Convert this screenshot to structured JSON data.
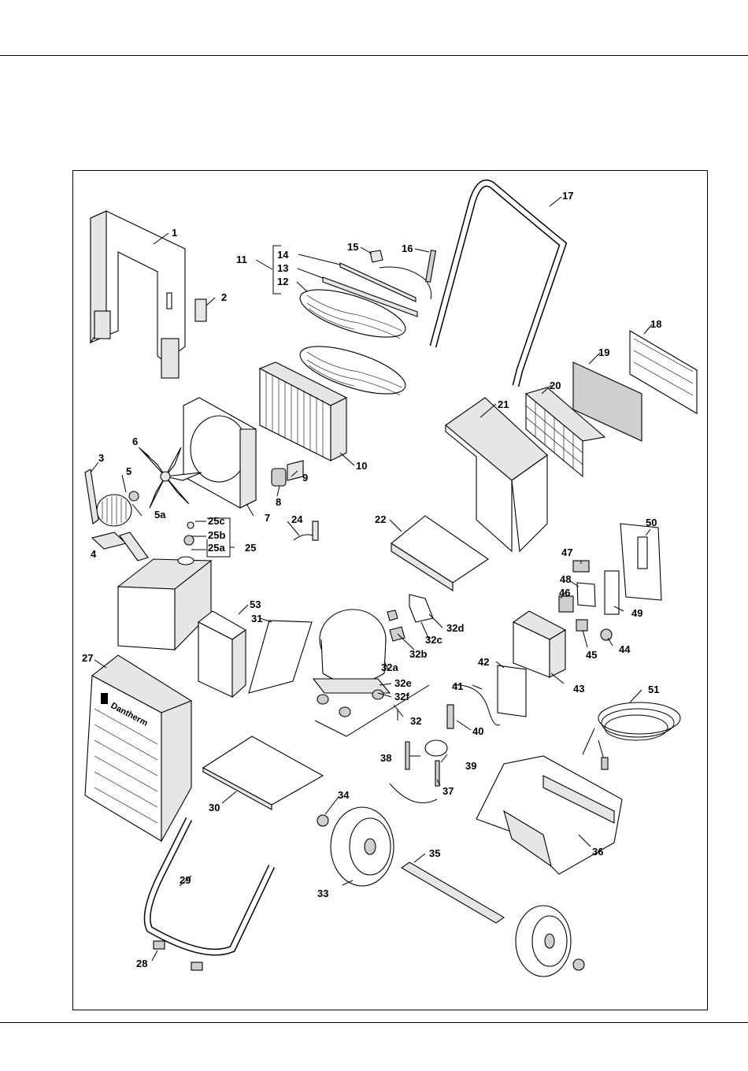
{
  "brand_text": "Dantherm",
  "callouts": {
    "c1": "1",
    "c2": "2",
    "c3": "3",
    "c4": "4",
    "c5": "5",
    "c5a": "5a",
    "c6": "6",
    "c7": "7",
    "c8": "8",
    "c9": "9",
    "c10": "10",
    "c11": "11",
    "c12": "12",
    "c13": "13",
    "c14": "14",
    "c15": "15",
    "c16": "16",
    "c17": "17",
    "c18": "18",
    "c19": "19",
    "c20": "20",
    "c21": "21",
    "c22": "22",
    "c24": "24",
    "c25": "25",
    "c25a": "25a",
    "c25b": "25b",
    "c25c": "25c",
    "c27": "27",
    "c28": "28",
    "c29": "29",
    "c30": "30",
    "c31": "31",
    "c32": "32",
    "c32a": "32a",
    "c32b": "32b",
    "c32c": "32c",
    "c32d": "32d",
    "c32e": "32e",
    "c32f": "32f",
    "c33": "33",
    "c34": "34",
    "c35": "35",
    "c36": "36",
    "c37": "37",
    "c38": "38",
    "c39": "39",
    "c40": "40",
    "c41": "41",
    "c42": "42",
    "c43": "43",
    "c44": "44",
    "c45": "45",
    "c46": "46",
    "c47": "47",
    "c48": "48",
    "c49": "49",
    "c50": "50",
    "c51": "51",
    "c53": "53"
  }
}
